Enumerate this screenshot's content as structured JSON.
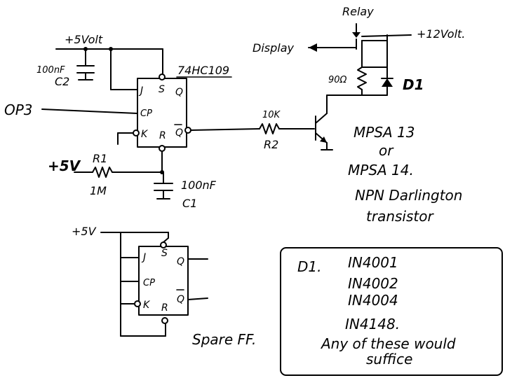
{
  "labels": {
    "relay": "Relay",
    "plus5volt_top": "+5Volt",
    "display": "Display",
    "plus12volt": "+12Volt.",
    "ic_name": "74HC109",
    "c2_value": "100nF",
    "c2_name": "C2",
    "op3": "OP3",
    "pin_j": "J",
    "pin_s": "S",
    "pin_q": "Q",
    "pin_cp": "CP",
    "pin_k": "K",
    "pin_r": "R",
    "pin_qbar": "Q",
    "relay_coil": "90Ω",
    "d1": "D1",
    "r2_value": "10K",
    "r2_name": "R2",
    "plus5v_r1": "+5V",
    "r1_name": "R1",
    "r1_value": "1M",
    "c1_value": "100nF",
    "c1_name": "C1",
    "transistor_1": "MPSA 13",
    "transistor_or": "or",
    "transistor_2": "MPSA 14.",
    "transistor_desc_1": "NPN Darlington",
    "transistor_desc_2": "transistor",
    "plus5v_spare": "+5V",
    "spare_ff": "Spare FF."
  },
  "note": {
    "title": "D1.",
    "items": [
      "IN4001",
      "IN4002",
      "IN4004",
      "IN4148."
    ],
    "line1": "Any of these would",
    "line2": "suffice"
  }
}
